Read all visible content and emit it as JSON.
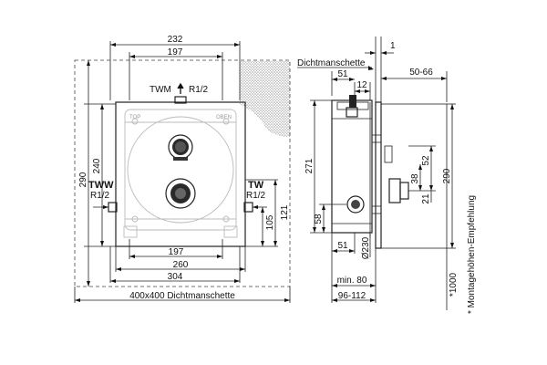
{
  "front_view": {
    "dim_top_outer": "232",
    "dim_top_inner": "197",
    "outlet_label": "TWM",
    "outlet_thread": "R1/2",
    "top_marker_left": "TOP",
    "top_marker_right": "OBEN",
    "dim_left_outer": "290",
    "dim_left_inner": "240",
    "inlet_left_label": "TWW",
    "inlet_left_thread": "R1/2",
    "inlet_right_label": "TW",
    "inlet_right_thread": "R1/2",
    "dim_right_outer": "121",
    "dim_right_inner": "105",
    "dim_bottom_1": "197",
    "dim_bottom_2": "260",
    "dim_bottom_3": "304",
    "dim_bottom_4": "400x400  Dichtmanschette"
  },
  "side_view": {
    "label_dichtmanschette": "Dichtmanschette",
    "dim_1": "1",
    "dim_51_top": "51",
    "dim_12": "12",
    "dim_50_66": "50-66",
    "dim_271": "271",
    "dim_52": "52",
    "dim_290": "290",
    "dim_38": "38",
    "dim_21": "21",
    "dim_58": "58",
    "dim_51_bottom": "51",
    "dim_diam": "Ø230",
    "dim_min80": "min. 80",
    "dim_96_112": "96-112",
    "dim_1000": "*1000",
    "note": "*  Montagehöhen-Empfehlung"
  }
}
